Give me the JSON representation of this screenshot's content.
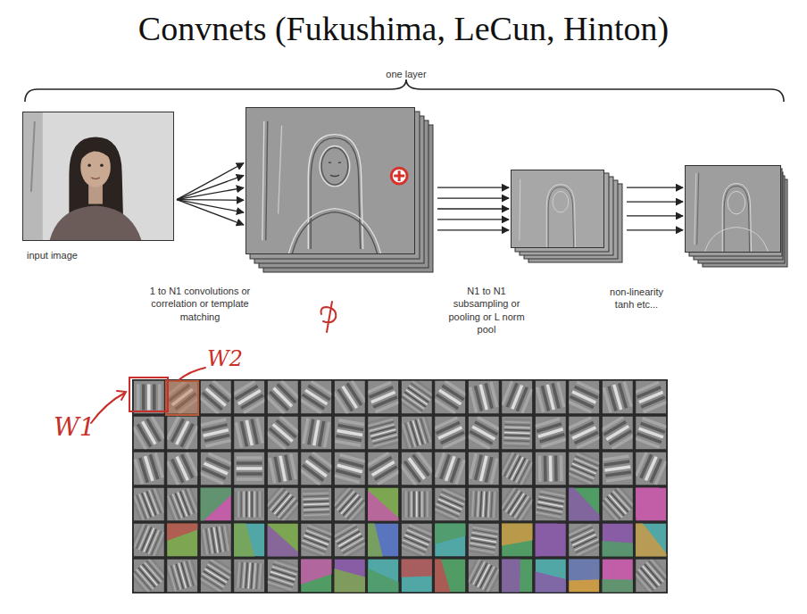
{
  "diagram": {
    "title": "Convnets (Fukushima, LeCun, Hinton)",
    "nodes": [
      {
        "text": [
          "input image"
        ]
      },
      {
        "text": [
          "1 to N1 convolutions or correlation or template matching"
        ]
      },
      {
        "text": [
          "N1 to N1 subsampling or pooling or L norm pool"
        ]
      },
      {
        "text": [
          "non-linearity tanh etc..."
        ]
      }
    ],
    "edges": [
      {
        "from": 0,
        "to": 1,
        "arrow": "to"
      },
      {
        "from": 1,
        "to": 2,
        "arrow": "to"
      },
      {
        "from": 2,
        "to": 3,
        "arrow": "to"
      }
    ],
    "labels": [
      "one layer",
      "W2",
      "W1"
    ]
  }
}
